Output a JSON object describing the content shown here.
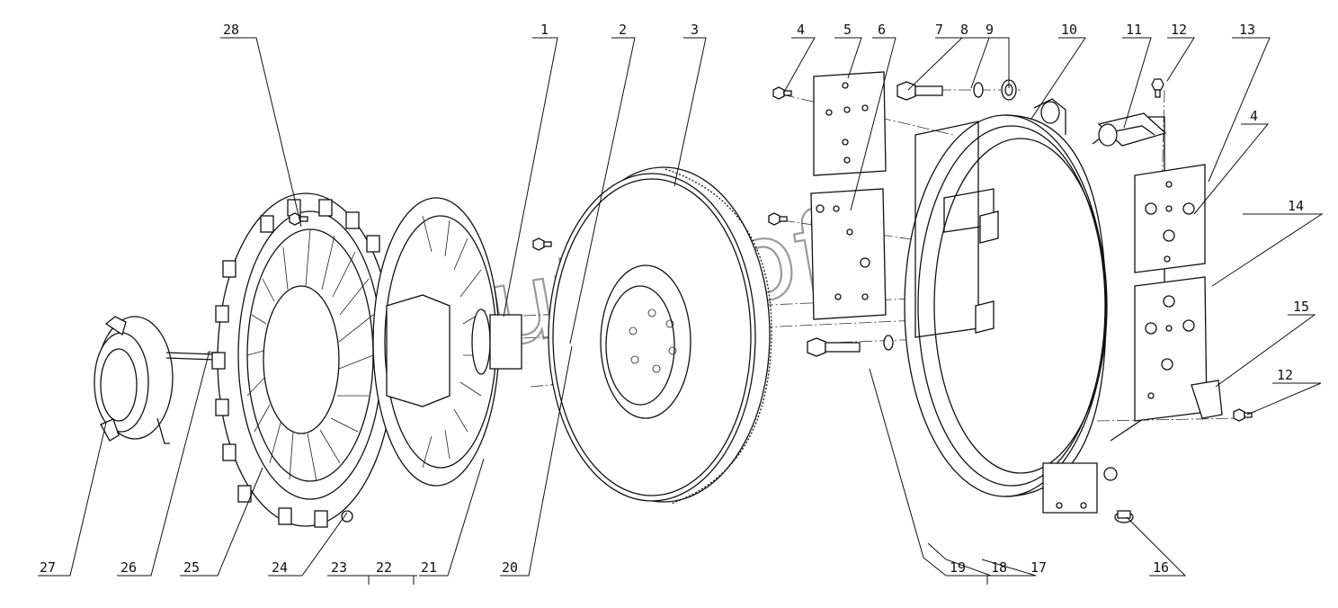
{
  "diagram": {
    "watermark": "AutoSoft",
    "callouts": [
      {
        "id": "c28",
        "text": "28"
      },
      {
        "id": "c1",
        "text": "1"
      },
      {
        "id": "c2",
        "text": "2"
      },
      {
        "id": "c3",
        "text": "3"
      },
      {
        "id": "c4a",
        "text": "4"
      },
      {
        "id": "c5",
        "text": "5"
      },
      {
        "id": "c6",
        "text": "6"
      },
      {
        "id": "c7",
        "text": "7"
      },
      {
        "id": "c8",
        "text": "8"
      },
      {
        "id": "c9",
        "text": "9"
      },
      {
        "id": "c10",
        "text": "10"
      },
      {
        "id": "c11",
        "text": "11"
      },
      {
        "id": "c12a",
        "text": "12"
      },
      {
        "id": "c13",
        "text": "13"
      },
      {
        "id": "c4b",
        "text": "4"
      },
      {
        "id": "c14",
        "text": "14"
      },
      {
        "id": "c15",
        "text": "15"
      },
      {
        "id": "c12b",
        "text": "12"
      },
      {
        "id": "c16",
        "text": "16"
      },
      {
        "id": "c17",
        "text": "17"
      },
      {
        "id": "c18",
        "text": "18"
      },
      {
        "id": "c19",
        "text": "19"
      },
      {
        "id": "c20",
        "text": "20"
      },
      {
        "id": "c21",
        "text": "21"
      },
      {
        "id": "c22",
        "text": "22"
      },
      {
        "id": "c23",
        "text": "23"
      },
      {
        "id": "c24",
        "text": "24"
      },
      {
        "id": "c25",
        "text": "25"
      },
      {
        "id": "c26",
        "text": "26"
      },
      {
        "id": "c27",
        "text": "27"
      }
    ]
  }
}
